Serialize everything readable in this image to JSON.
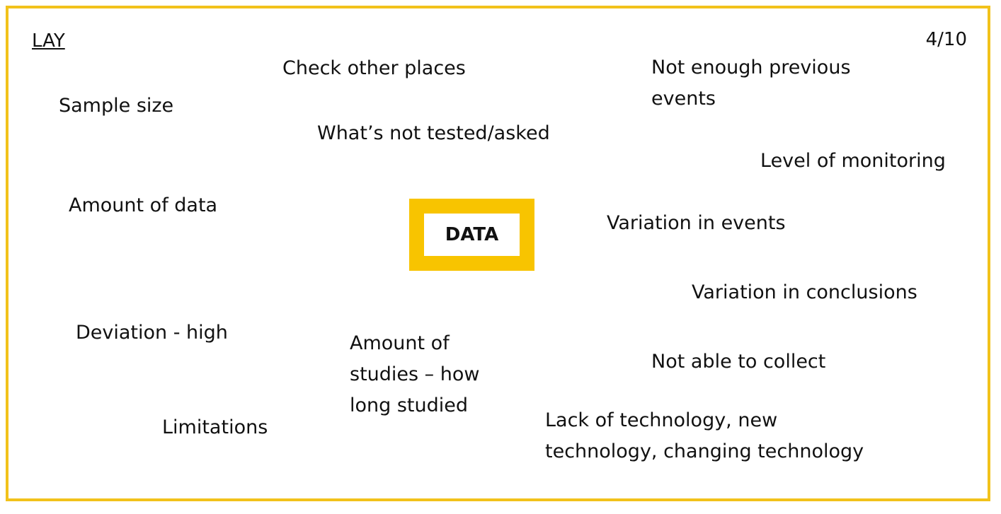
{
  "header": {
    "left_label": "LAY",
    "page_count": "4/10"
  },
  "center": {
    "label": "DATA"
  },
  "concepts": {
    "check_other_places": "Check other places",
    "not_enough_previous_events": "Not enough previous\nevents",
    "sample_size": "Sample size",
    "whats_not_tested": "What’s not tested/asked",
    "level_of_monitoring": "Level of monitoring",
    "amount_of_data": "Amount of data",
    "variation_in_events": "Variation in events",
    "variation_in_conclusions": "Variation in conclusions",
    "deviation_high": "Deviation - high",
    "amount_of_studies": "Amount of\nstudies – how\nlong studied",
    "not_able_to_collect": "Not able to collect",
    "limitations": "Limitations",
    "lack_of_technology": "Lack of technology, new\ntechnology, changing technology"
  },
  "colors": {
    "frame_border": "#f2c21b",
    "center_box_border": "#f8c400"
  }
}
